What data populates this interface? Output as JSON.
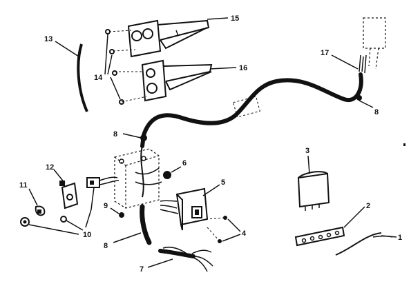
{
  "ink_color": "#111111",
  "paper_color": "#ffffff",
  "callouts": {
    "c1": "1",
    "c2": "2",
    "c3": "3",
    "c4": "4",
    "c5": "5",
    "c6": "6",
    "c7": "7",
    "c8a": "8",
    "c8b": "8",
    "c8c": "8",
    "c9": "9",
    "c10": "10",
    "c11": "11",
    "c12": "12",
    "c13": "13",
    "c14": "14",
    "c15": "15",
    "c16": "16",
    "c17": "17"
  }
}
